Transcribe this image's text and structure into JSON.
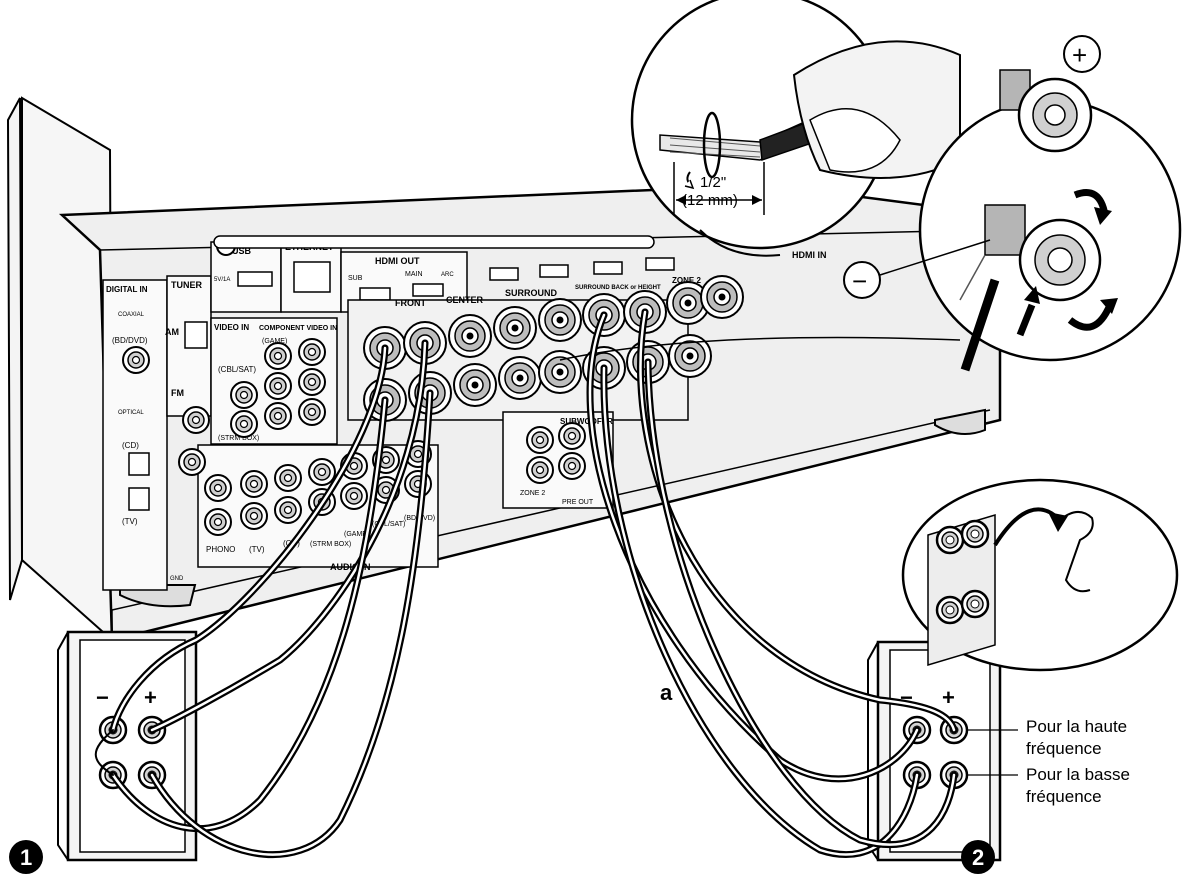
{
  "receiver": {
    "digital_in": "DIGITAL IN",
    "coaxial": "COAXIAL",
    "bd_dvd": "(BD/DVD)",
    "optical": "OPTICAL",
    "cd": "(CD)",
    "tv": "(TV)",
    "tuner": "TUNER",
    "am": "AM",
    "fm": "FM",
    "usb": "USB",
    "usb_rating": "5V/1A",
    "ethernet": "ETHERNET",
    "hdmi_out": "HDMI OUT",
    "hdmi_sub": "SUB",
    "hdmi_main": "MAIN",
    "hdmi_arc": "ARC",
    "hdmi_in": "HDMI IN",
    "video_in": "VIDEO IN",
    "component": "COMPONENT VIDEO IN",
    "game": "(GAME)",
    "cbl_sat": "(CBL/SAT)",
    "strm_box": "(STRM BOX)",
    "front": "FRONT",
    "center": "CENTER",
    "surround": "SURROUND",
    "surround_back": "SURROUND BACK or HEIGHT",
    "zone2": "ZONE 2",
    "subwoofer": "SUBWOOFER",
    "pre_out": "PRE OUT",
    "audio_in": "AUDIO IN",
    "phono": "PHONO",
    "gnd": "GND"
  },
  "strip_detail": {
    "length_in": "1/2\"",
    "length_mm": "(12 mm)"
  },
  "terminal_detail": {
    "plus": "+",
    "minus": "−"
  },
  "speaker": {
    "minus": "−",
    "plus": "+"
  },
  "labels": {
    "wire": "a",
    "speaker1": "1",
    "speaker2": "2",
    "high_freq_line1": "Pour la haute",
    "high_freq_line2": "fréquence",
    "low_freq_line1": "Pour la basse",
    "low_freq_line2": "fréquence"
  }
}
